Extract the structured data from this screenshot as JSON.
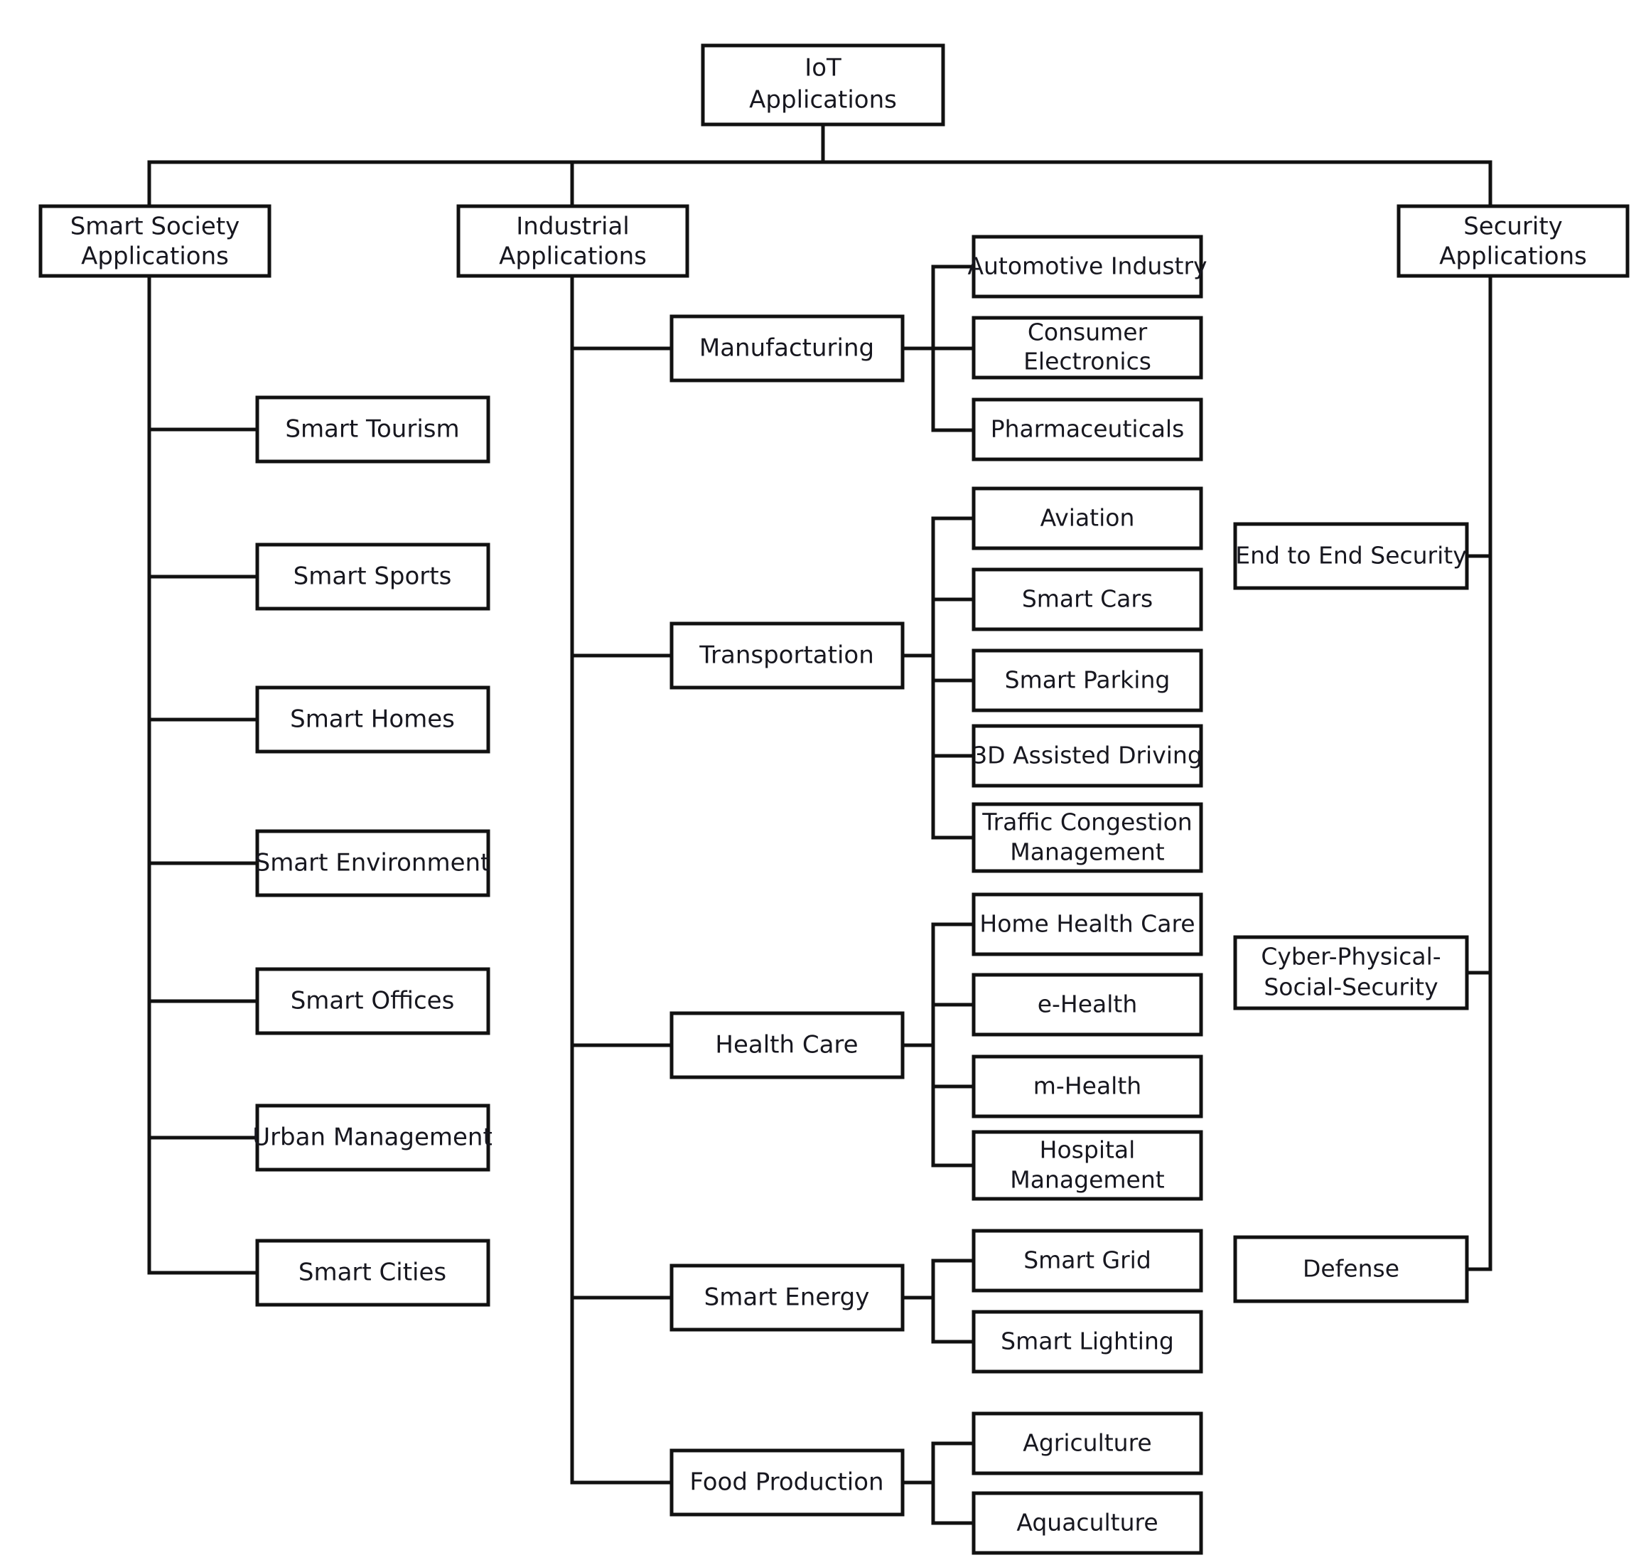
{
  "diagram": {
    "title": "IoT Applications Taxonomy",
    "type": "hierarchy-tree",
    "orientation": "left-to-right-with-top-root",
    "colors": {
      "background": "#ffffff",
      "box_fill": "#ffffff",
      "stroke": "#111111",
      "text": "#17171f"
    },
    "root": {
      "id": "iot-applications",
      "line1": "IoT",
      "line2": "Applications"
    },
    "branches": [
      {
        "id": "smart-society-applications",
        "line1": "Smart Society",
        "line2": "Applications",
        "children": [
          {
            "id": "smart-tourism",
            "label": "Smart Tourism"
          },
          {
            "id": "smart-sports",
            "label": "Smart Sports"
          },
          {
            "id": "smart-homes",
            "label": "Smart Homes"
          },
          {
            "id": "smart-environment",
            "label": "Smart Environment"
          },
          {
            "id": "smart-offices",
            "label": "Smart Offices"
          },
          {
            "id": "urban-management",
            "label": "Urban Management"
          },
          {
            "id": "smart-cities",
            "label": "Smart Cities"
          }
        ]
      },
      {
        "id": "industrial-applications",
        "line1": "Industrial",
        "line2": "Applications",
        "children": [
          {
            "id": "manufacturing",
            "label": "Manufacturing",
            "leaves": [
              {
                "id": "automotive-industry",
                "line1": "Automotive Industry",
                "line2": ""
              },
              {
                "id": "consumer-electronics",
                "line1": "Consumer",
                "line2": "Electronics"
              },
              {
                "id": "pharmaceuticals",
                "line1": "Pharmaceuticals",
                "line2": ""
              }
            ]
          },
          {
            "id": "transportation",
            "label": "Transportation",
            "leaves": [
              {
                "id": "aviation",
                "line1": "Aviation",
                "line2": ""
              },
              {
                "id": "smart-cars",
                "line1": "Smart Cars",
                "line2": ""
              },
              {
                "id": "smart-parking",
                "line1": "Smart Parking",
                "line2": ""
              },
              {
                "id": "3d-assisted-driving",
                "line1": "3D Assisted Driving",
                "line2": ""
              },
              {
                "id": "traffic-congestion-management",
                "line1": "Traffic Congestion",
                "line2": "Management"
              }
            ]
          },
          {
            "id": "health-care",
            "label": "Health Care",
            "leaves": [
              {
                "id": "home-health-care",
                "line1": "Home Health Care",
                "line2": ""
              },
              {
                "id": "e-health",
                "line1": "e-Health",
                "line2": ""
              },
              {
                "id": "m-health",
                "line1": "m-Health",
                "line2": ""
              },
              {
                "id": "hospital-management",
                "line1": "Hospital",
                "line2": "Management"
              }
            ]
          },
          {
            "id": "smart-energy",
            "label": "Smart Energy",
            "leaves": [
              {
                "id": "smart-grid",
                "line1": "Smart Grid",
                "line2": ""
              },
              {
                "id": "smart-lighting",
                "line1": "Smart Lighting",
                "line2": ""
              }
            ]
          },
          {
            "id": "food-production",
            "label": "Food Production",
            "leaves": [
              {
                "id": "agriculture",
                "line1": "Agriculture",
                "line2": ""
              },
              {
                "id": "aquaculture",
                "line1": "Aquaculture",
                "line2": ""
              }
            ]
          }
        ]
      },
      {
        "id": "security-applications",
        "line1": "Security",
        "line2": "Applications",
        "children": [
          {
            "id": "end-to-end-security",
            "line1": "End to End Security",
            "line2": ""
          },
          {
            "id": "cyber-physical-social-security",
            "line1": "Cyber-Physical-",
            "line2": "Social-Security"
          },
          {
            "id": "defense",
            "line1": "Defense",
            "line2": ""
          }
        ]
      }
    ]
  }
}
